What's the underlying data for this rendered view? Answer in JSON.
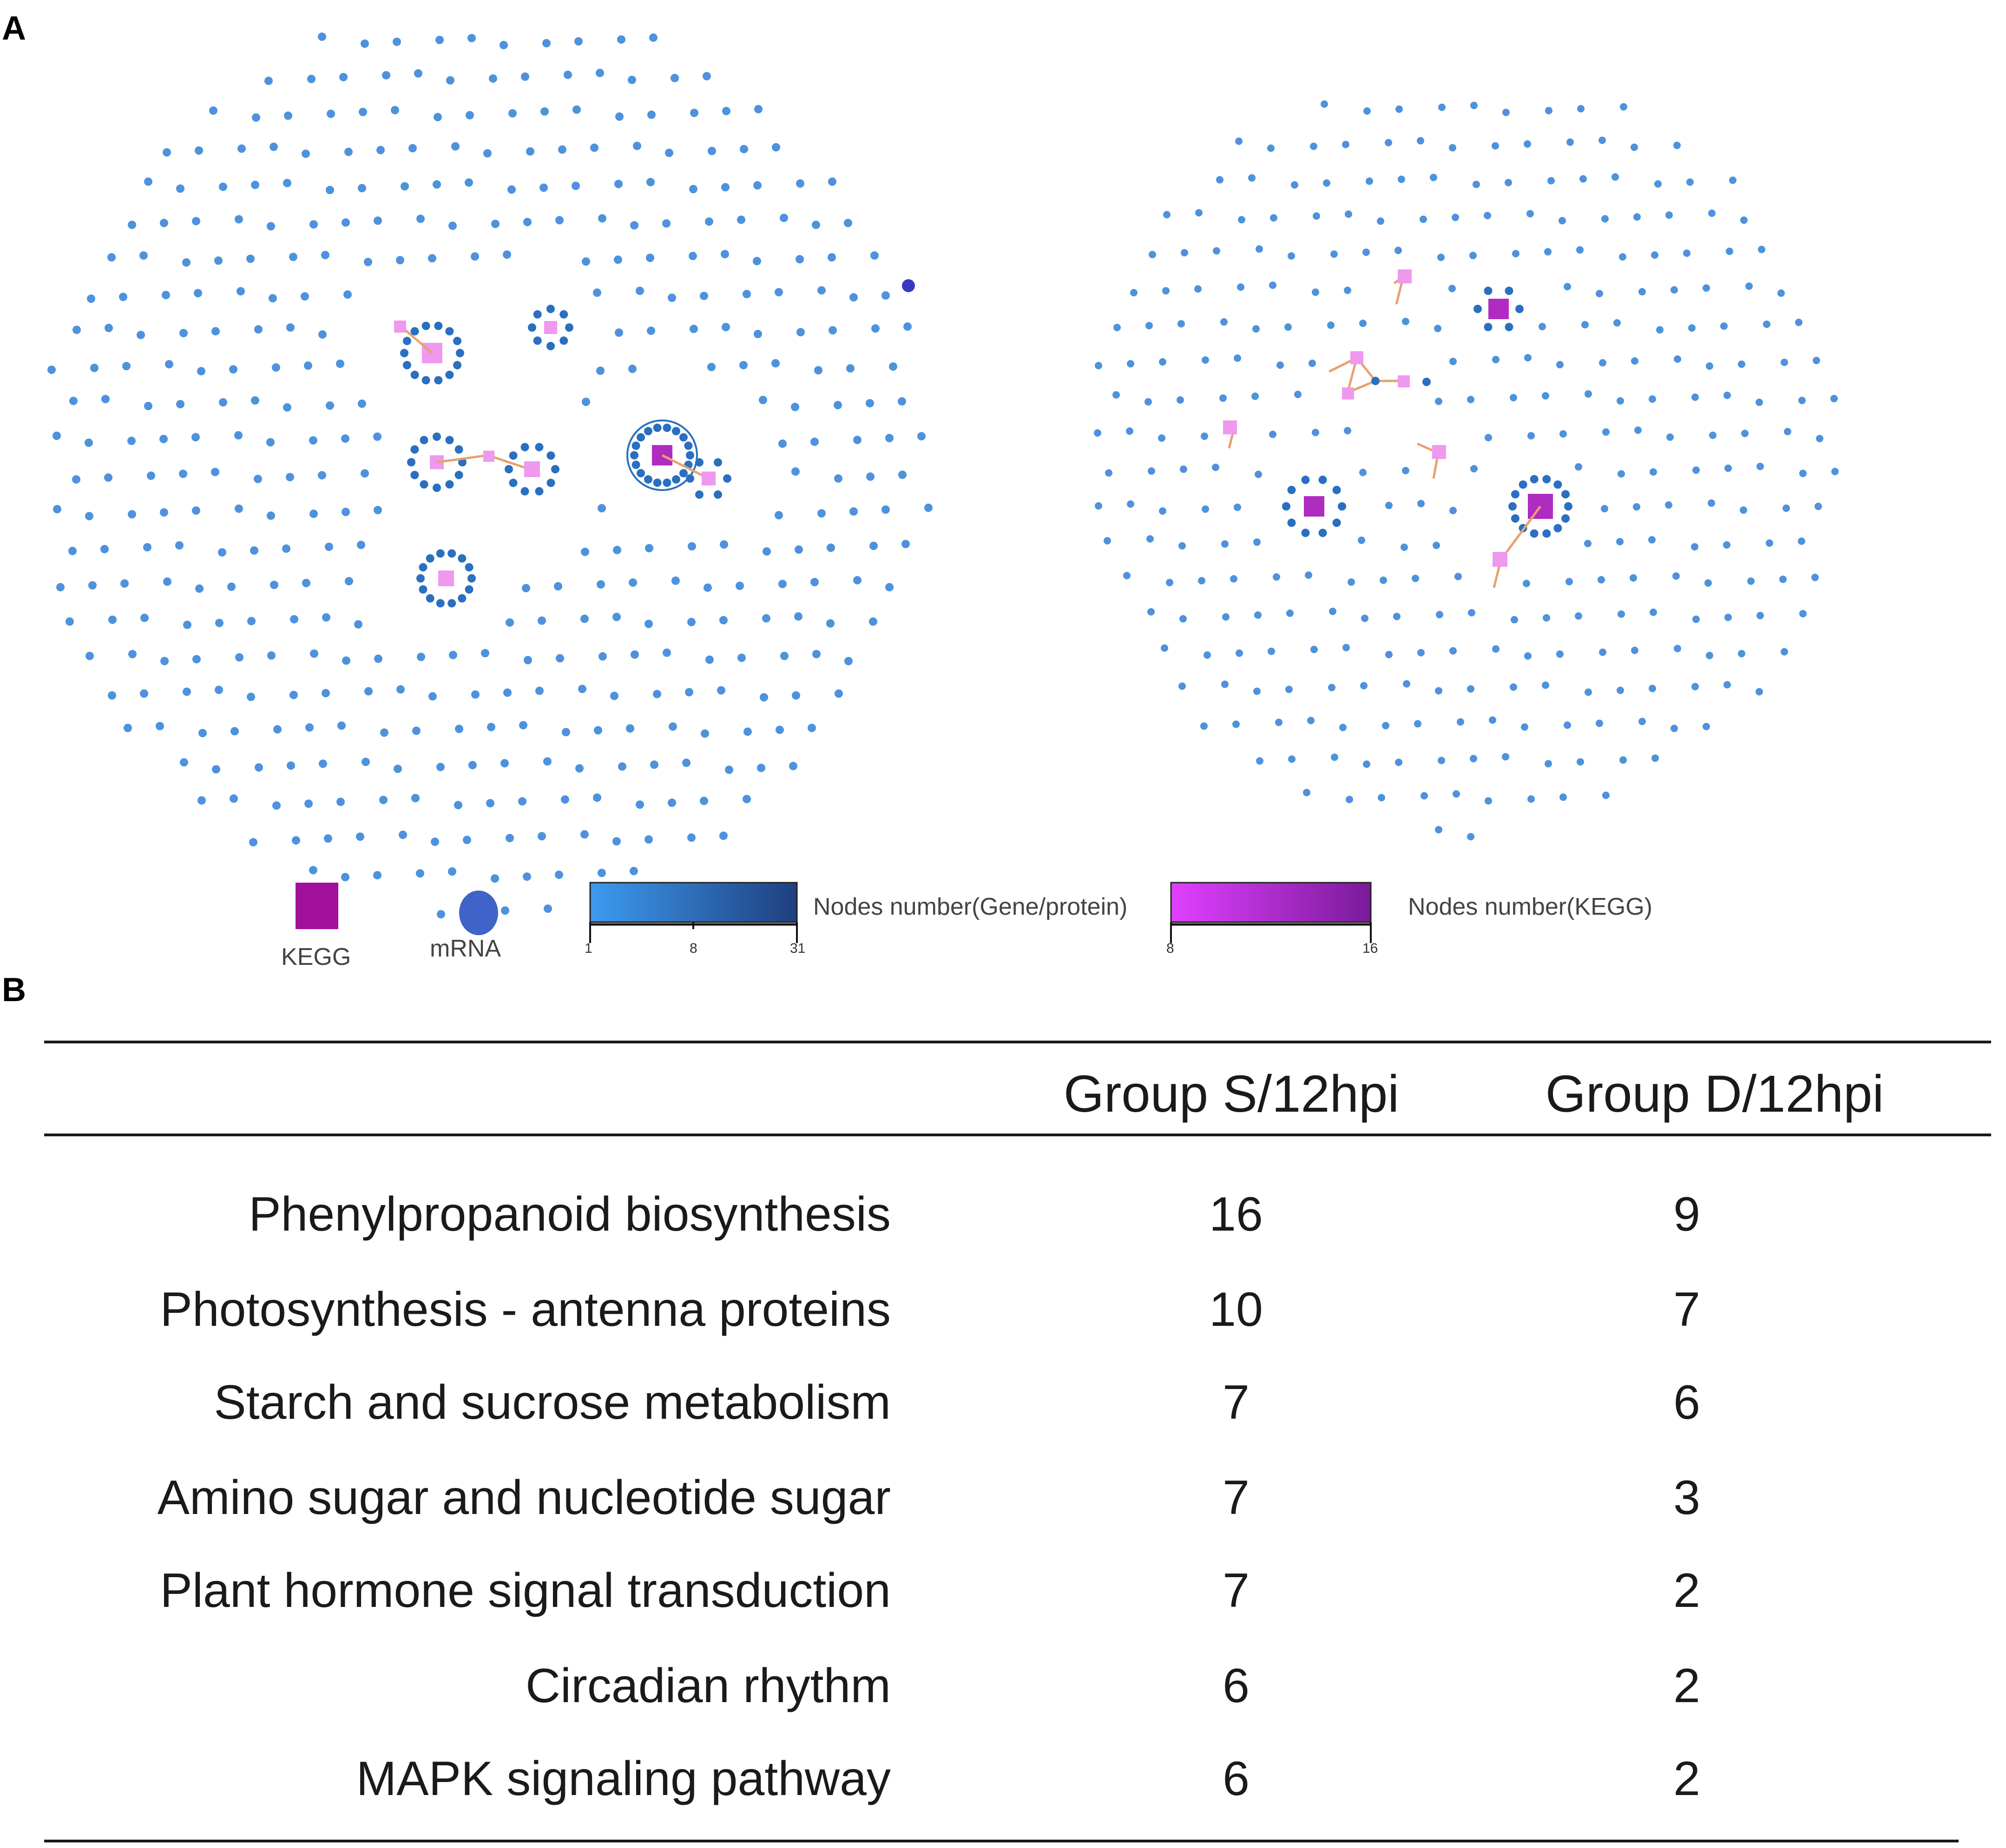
{
  "panel_a_label": "A",
  "panel_b_label": "B",
  "legend": {
    "kegg_label": "KEGG",
    "mrna_label": "mRNA",
    "gene_scale_label": "Nodes number(Gene/protein)",
    "kegg_scale_label": "Nodes number(KEGG)",
    "gene_scale_ticks": [
      "1",
      "8",
      "31"
    ],
    "kegg_scale_ticks": [
      "8",
      "16"
    ],
    "kegg_color": "#a0109a",
    "mrna_color": "#3f63c8",
    "gene_gradient": [
      "#3d9bf0",
      "#1f3f80"
    ],
    "kegg_gradient": [
      "#e040ff",
      "#7a1a9a"
    ]
  },
  "table": {
    "headers": [
      "",
      "Group S/12hpi",
      "Group D/12hpi"
    ],
    "rows": [
      {
        "pathway": "Phenylpropanoid biosynthesis",
        "group_s": "16",
        "group_d": "9"
      },
      {
        "pathway": "Photosynthesis - antenna proteins",
        "group_s": "10",
        "group_d": "7"
      },
      {
        "pathway": "Starch and sucrose metabolism",
        "group_s": "7",
        "group_d": "6"
      },
      {
        "pathway": "Amino sugar and nucleotide sugar",
        "group_s": "7",
        "group_d": "3"
      },
      {
        "pathway": "Plant hormone signal transduction",
        "group_s": "7",
        "group_d": "2"
      },
      {
        "pathway": "Circadian rhythm",
        "group_s": "6",
        "group_d": "2"
      },
      {
        "pathway": "MAPK signaling pathway",
        "group_s": "6",
        "group_d": "2"
      }
    ]
  },
  "colors": {
    "gene_node": "#2f7fd6",
    "kegg_node_light": "#ee99ee",
    "kegg_node_dark": "#b02cc0",
    "edge": "#e8a070"
  }
}
